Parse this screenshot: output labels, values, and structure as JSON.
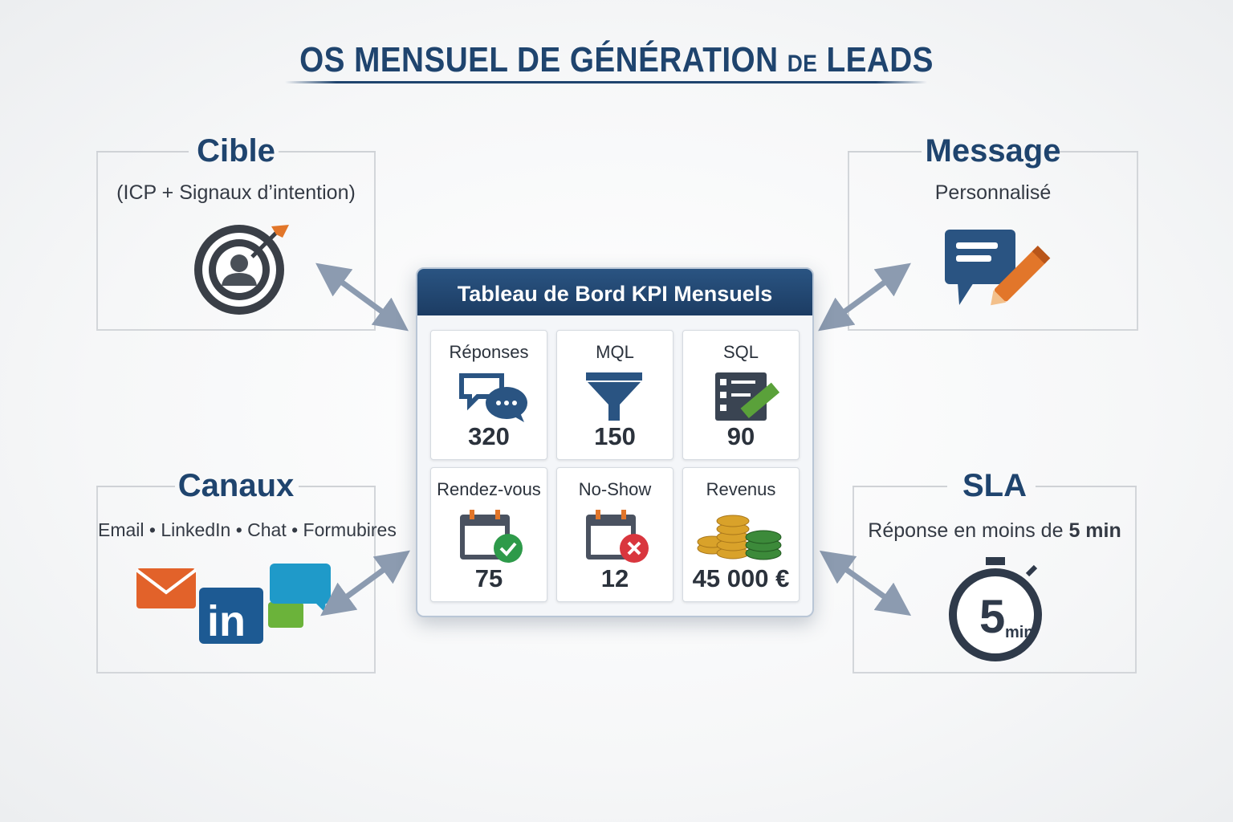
{
  "title": {
    "main": "OS MENSUEL DE GÉNÉRATION",
    "small": "DE",
    "end": "LEADS"
  },
  "panels": {
    "cible": {
      "title": "Cible",
      "subtitle": "(ICP + Signaux d’intention)",
      "icon": "target-person-icon"
    },
    "message": {
      "title": "Message",
      "subtitle": "Personnalisé",
      "icon": "chat-pencil-icon"
    },
    "canaux": {
      "title": "Canaux",
      "subtitle": "Email • LinkedIn • Chat • Formubires",
      "icon": "channels-icon"
    },
    "sla": {
      "title": "SLA",
      "subtitle_prefix": "Réponse en moins de ",
      "subtitle_bold": "5 min",
      "icon": "stopwatch-icon",
      "timer_value": "5",
      "timer_unit": "min"
    }
  },
  "dashboard": {
    "title": "Tableau de Bord KPI Mensuels",
    "kpis": [
      {
        "label": "Réponses",
        "value": "320",
        "icon": "chat-bubbles-icon"
      },
      {
        "label": "MQL",
        "value": "150",
        "icon": "funnel-icon"
      },
      {
        "label": "SQL",
        "value": "90",
        "icon": "checklist-icon"
      },
      {
        "label": "Rendez-vous",
        "value": "75",
        "icon": "calendar-check-icon"
      },
      {
        "label": "No-Show",
        "value": "12",
        "icon": "calendar-cross-icon"
      },
      {
        "label": "Revenus",
        "value": "45 000 €",
        "icon": "coins-icon"
      }
    ]
  },
  "colors": {
    "navy": "#1f446e",
    "orange": "#e2762a",
    "green": "#2e9a4a",
    "red": "#d9363e",
    "arrow": "#8c9bb0"
  }
}
